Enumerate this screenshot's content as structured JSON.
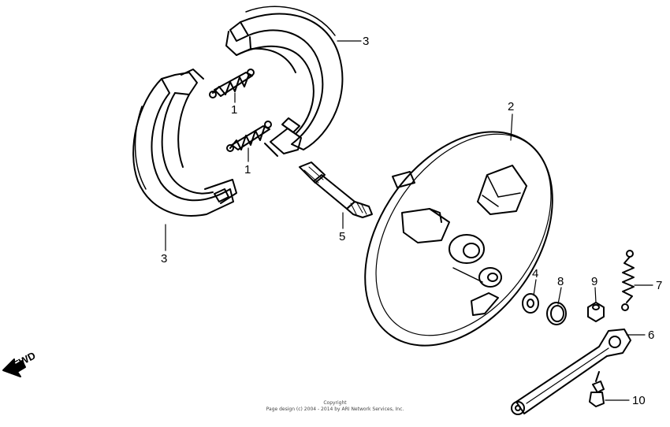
{
  "callouts": {
    "c1a": "1",
    "c1b": "1",
    "c2": "2",
    "c3a": "3",
    "c3b": "3",
    "c4": "4",
    "c5": "5",
    "c6": "6",
    "c7": "7",
    "c8": "8",
    "c9": "9",
    "c10": "10"
  },
  "direction_label": "FWD",
  "copyright": {
    "line1": "Copyright",
    "line2": "Page design (c) 2004 - 2014 by ARI Network Services, Inc."
  }
}
